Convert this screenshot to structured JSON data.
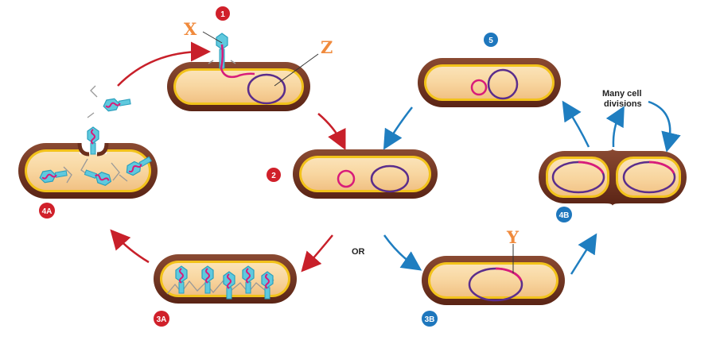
{
  "title": "Lytic and lysogenic cycles of a bacteriophage",
  "labels": {
    "x": "X",
    "y": "Y",
    "z": "Z",
    "or": "OR",
    "many_divisions_line1": "Many cell",
    "many_divisions_line2": "divisions"
  },
  "steps": [
    {
      "id": "1",
      "label": "1",
      "color": "#d0202a"
    },
    {
      "id": "2",
      "label": "2",
      "color": "#d0202a"
    },
    {
      "id": "3A",
      "label": "3A",
      "color": "#d0202a"
    },
    {
      "id": "4A",
      "label": "4A",
      "color": "#d0202a"
    },
    {
      "id": "3B",
      "label": "3B",
      "color": "#1e77bd"
    },
    {
      "id": "4B",
      "label": "4B",
      "color": "#1e77bd"
    },
    {
      "id": "5",
      "label": "5",
      "color": "#1e77bd"
    }
  ],
  "colors": {
    "lytic_arrow": "#c8202a",
    "lysogenic_arrow": "#1f7ec0",
    "cell_wall": "#6b2f1c",
    "membrane": "#f2c21a",
    "cytoplasm": "#f9dcaa",
    "bacterial_dna": "#5a2d8c",
    "phage_dna": "#d81b7a",
    "phage_capsid": "#5fc9de",
    "label_orange": "#f08a3c"
  }
}
